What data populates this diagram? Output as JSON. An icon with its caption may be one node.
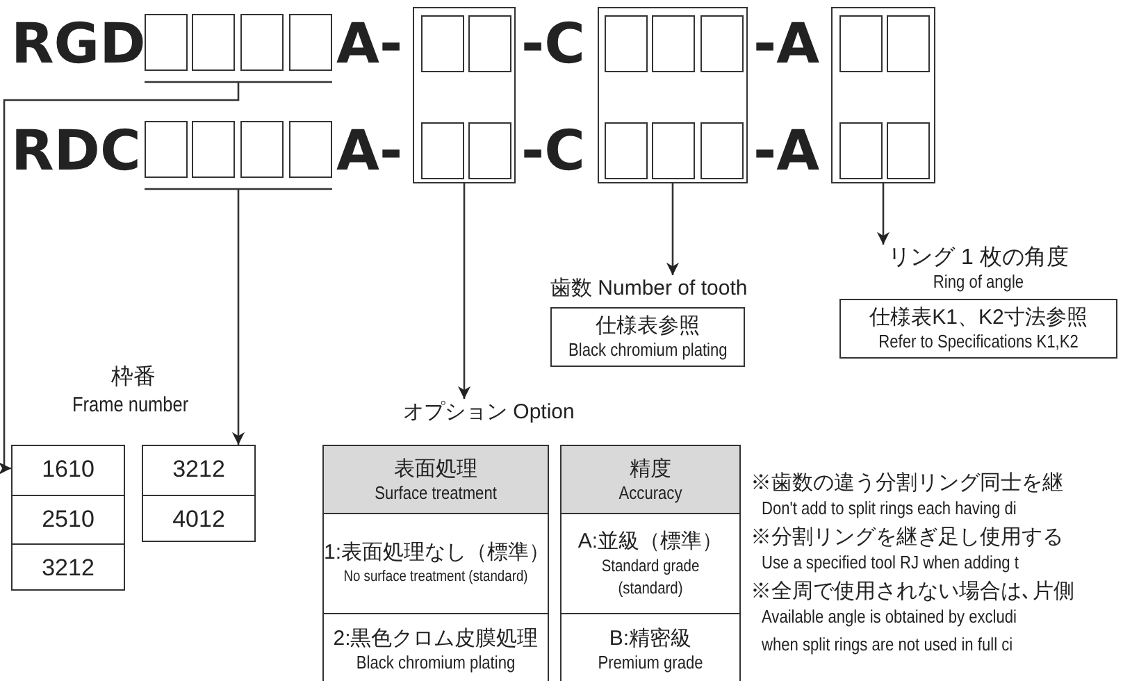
{
  "diagram": {
    "nodes": [
      {
        "text": [],
        "shape": "box"
      },
      {
        "text": [],
        "shape": "box"
      },
      {
        "text": [],
        "shape": "box"
      },
      {
        "text": [],
        "shape": "box"
      },
      {
        "text": [],
        "shape": "box"
      },
      {
        "text": [],
        "shape": "box",
        "in": 4
      },
      {
        "text": [],
        "shape": "box",
        "in": 4
      },
      {
        "text": [],
        "shape": "box"
      },
      {
        "text": [],
        "shape": "box",
        "in": 7
      },
      {
        "text": [],
        "shape": "box",
        "in": 7
      },
      {
        "text": [],
        "shape": "box",
        "in": 7
      },
      {
        "text": [],
        "shape": "box"
      },
      {
        "text": [],
        "shape": "box",
        "in": 11
      },
      {
        "text": [],
        "shape": "box",
        "in": 11
      },
      {
        "text": [],
        "shape": "box"
      },
      {
        "text": [],
        "shape": "box"
      },
      {
        "text": [],
        "shape": "box"
      },
      {
        "text": [],
        "shape": "box"
      },
      {
        "text": [],
        "shape": "box",
        "in": 4
      },
      {
        "text": [],
        "shape": "box",
        "in": 4
      },
      {
        "text": [],
        "shape": "box",
        "in": 7
      },
      {
        "text": [],
        "shape": "box",
        "in": 7
      },
      {
        "text": [],
        "shape": "box",
        "in": 7
      },
      {
        "text": [],
        "shape": "box",
        "in": 11
      },
      {
        "text": [],
        "shape": "box",
        "in": 11
      },
      {
        "text": [
          "歯数 Number of tooth",
          "仕様表参照",
          "Black chromium plating"
        ]
      },
      {
        "text": [
          "リング 1 枚の角度",
          "Ring of angle",
          "仕様表K1、K2寸法参照",
          "Refer to Specifications K1,K2"
        ]
      },
      {
        "text": [
          "オプション Option"
        ]
      },
      {
        "text": [
          "表面処理",
          "Surface treatment",
          "1:表面処理なし（標準）",
          "No surface treatment (standard)",
          "2:黒色クロム皮膜処理",
          "Black chromium plating"
        ]
      },
      {
        "text": [
          "精度",
          "Accuracy",
          "A:並級（標準）",
          "Standard grade (standard)",
          "B:精密級",
          "Premium grade"
        ]
      },
      {
        "text": [
          "1610",
          "2510",
          "3212"
        ]
      },
      {
        "text": [
          "3212",
          "4012"
        ]
      }
    ],
    "edges": [
      {
        "from": 0,
        "to": 30,
        "arrow": "to"
      },
      {
        "from": 1,
        "to": 30,
        "arrow": "to"
      },
      {
        "from": 2,
        "to": 30,
        "arrow": "to"
      },
      {
        "from": 3,
        "to": 30,
        "arrow": "to"
      },
      {
        "from": 14,
        "to": 31,
        "arrow": "to"
      },
      {
        "from": 15,
        "to": 31,
        "arrow": "to"
      },
      {
        "from": 16,
        "to": 31,
        "arrow": "to"
      },
      {
        "from": 17,
        "to": 31,
        "arrow": "to"
      },
      {
        "from": 4,
        "to": 27,
        "arrow": "to"
      },
      {
        "from": 7,
        "to": 25,
        "arrow": "to"
      },
      {
        "from": 11,
        "to": 26,
        "arrow": "to"
      }
    ],
    "labels": [
      "RGD",
      "A-",
      "-C",
      "-A",
      "RDC",
      "A-",
      "-C",
      "-A",
      "枠番",
      "Frame number",
      "※歯数の違う分割リング同士を継",
      "Don't add to split rings each having di",
      "※分割リングを継ぎ足し使用する",
      "Use a specified tool RJ when adding t",
      "※全周で使用されない場合は､片側",
      "Available angle is obtained by excludi",
      "when split rings are not used in full ci"
    ]
  }
}
